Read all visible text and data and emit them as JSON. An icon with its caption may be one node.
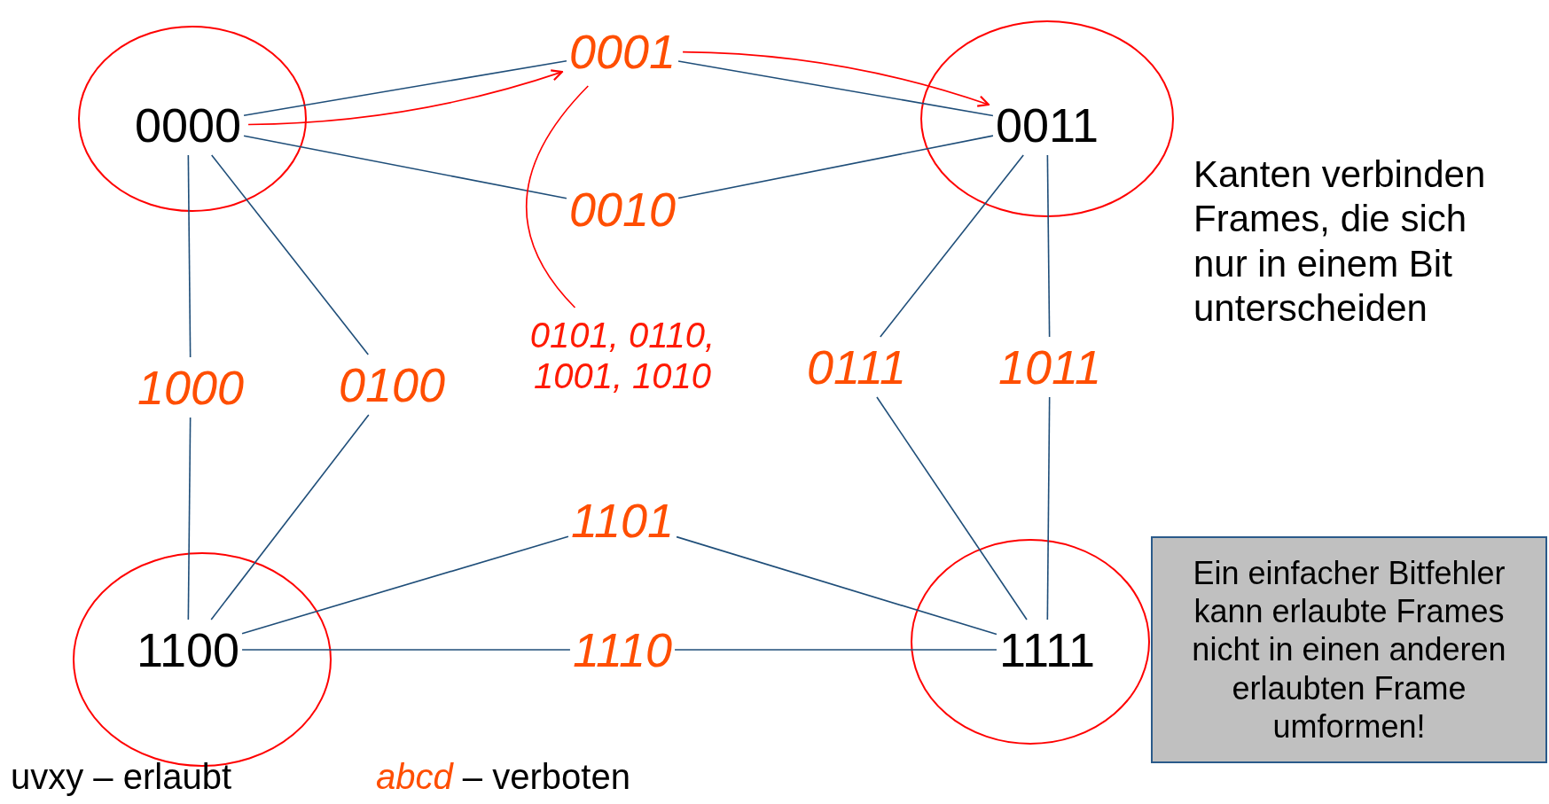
{
  "diagram": {
    "nodes": [
      {
        "text": [
          "0000"
        ]
      },
      {
        "text": [
          "0001"
        ]
      },
      {
        "text": [
          "0011"
        ]
      },
      {
        "text": [
          "0010"
        ]
      },
      {
        "text": [
          "1000"
        ]
      },
      {
        "text": [
          "0100"
        ]
      },
      {
        "text": [
          "0101, 0110, 1001, 1010"
        ]
      },
      {
        "text": [
          "0111"
        ]
      },
      {
        "text": [
          "1011"
        ]
      },
      {
        "text": [
          "1101"
        ]
      },
      {
        "text": [
          "1100"
        ]
      },
      {
        "text": [
          "1110"
        ]
      },
      {
        "text": [
          "1111"
        ]
      },
      {
        "text": [
          "Ein einfacher Bitfehler kann erlaubte Frames nicht in einen anderen erlaubten Frame umformen!"
        ]
      }
    ],
    "edges": [
      {
        "from": 0,
        "to": 1,
        "arrow": "none"
      },
      {
        "from": 0,
        "to": 3,
        "arrow": "none"
      },
      {
        "from": 1,
        "to": 2,
        "arrow": "none"
      },
      {
        "from": 3,
        "to": 2,
        "arrow": "none"
      },
      {
        "from": 0,
        "to": 4,
        "arrow": "none"
      },
      {
        "from": 0,
        "to": 5,
        "arrow": "none"
      },
      {
        "from": 4,
        "to": 10,
        "arrow": "none"
      },
      {
        "from": 5,
        "to": 10,
        "arrow": "none"
      },
      {
        "from": 2,
        "to": 7,
        "arrow": "none"
      },
      {
        "from": 2,
        "to": 8,
        "arrow": "none"
      },
      {
        "from": 7,
        "to": 12,
        "arrow": "none"
      },
      {
        "from": 8,
        "to": 12,
        "arrow": "none"
      },
      {
        "from": 10,
        "to": 9,
        "arrow": "none"
      },
      {
        "from": 10,
        "to": 11,
        "arrow": "none"
      },
      {
        "from": 9,
        "to": 12,
        "arrow": "none"
      },
      {
        "from": 11,
        "to": 12,
        "arrow": "none"
      },
      {
        "from": 0,
        "to": 1,
        "arrow": "to",
        "color": "#ff0000"
      },
      {
        "from": 1,
        "to": 2,
        "arrow": "to",
        "color": "#ff0000"
      },
      {
        "from": 1,
        "to": 6,
        "arrow": "none",
        "color": "#ff0000"
      }
    ],
    "labels": [
      "Kanten verbinden Frames, die sich nur in einem Bit unterscheiden",
      "uvxy – erlaubt",
      "*abcd* – verboten"
    ]
  }
}
